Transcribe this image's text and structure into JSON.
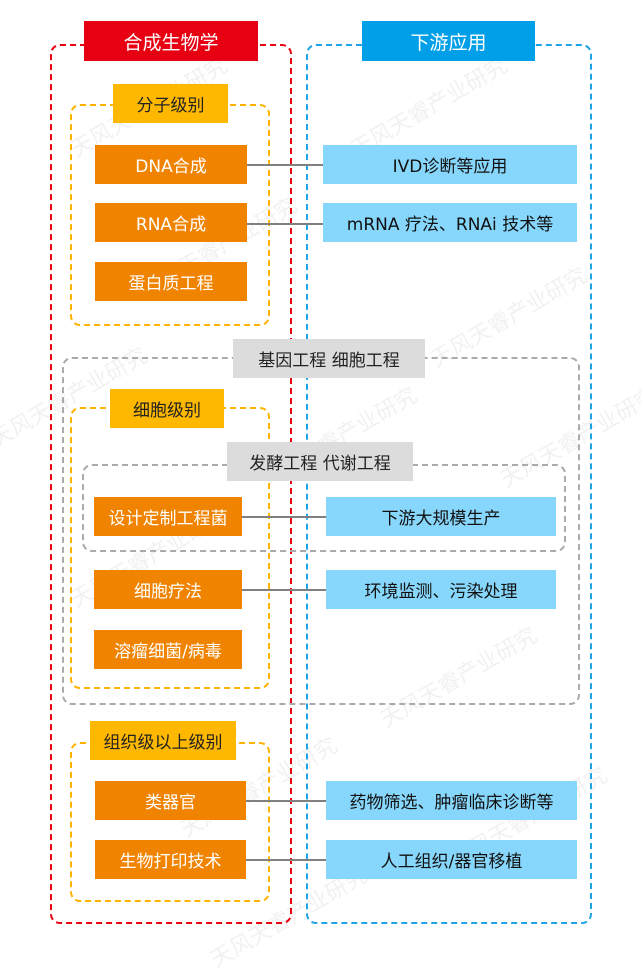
{
  "columns": {
    "left_title": "合成生物学",
    "right_title": "下游应用"
  },
  "colors": {
    "red": "#e60012",
    "blue": "#009fe8",
    "yellow": "#ffb800",
    "orange": "#f08300",
    "light_blue": "#87d6fb",
    "gray": "#dcdcdc"
  },
  "groups": {
    "molecular": "分子级别",
    "cellular": "细胞级别",
    "tissue": "组织级以上级别",
    "gene_cell_engineering": "基因工程 细胞工程",
    "fermentation_metabolic": "发酵工程 代谢工程"
  },
  "technologies": [
    {
      "id": "dna",
      "label": "DNA合成"
    },
    {
      "id": "rna",
      "label": "RNA合成"
    },
    {
      "id": "protein",
      "label": "蛋白质工程"
    },
    {
      "id": "engineered-bacteria",
      "label": "设计定制工程菌"
    },
    {
      "id": "cell-therapy",
      "label": "细胞疗法"
    },
    {
      "id": "oncolytic",
      "label": "溶瘤细菌/病毒"
    },
    {
      "id": "organoid",
      "label": "类器官"
    },
    {
      "id": "bioprinting",
      "label": "生物打印技术"
    }
  ],
  "applications": [
    {
      "id": "ivd",
      "label": "IVD诊断等应用"
    },
    {
      "id": "mrna",
      "label": "mRNA 疗法、RNAi 技术等"
    },
    {
      "id": "production",
      "label": "下游大规模生产"
    },
    {
      "id": "environment",
      "label": "环境监测、污染处理"
    },
    {
      "id": "drug-screening",
      "label": "药物筛选、肿瘤临床诊断等"
    },
    {
      "id": "artificial-tissue",
      "label": "人工组织/器官移植"
    }
  ],
  "watermark": "天风天睿产业研究"
}
